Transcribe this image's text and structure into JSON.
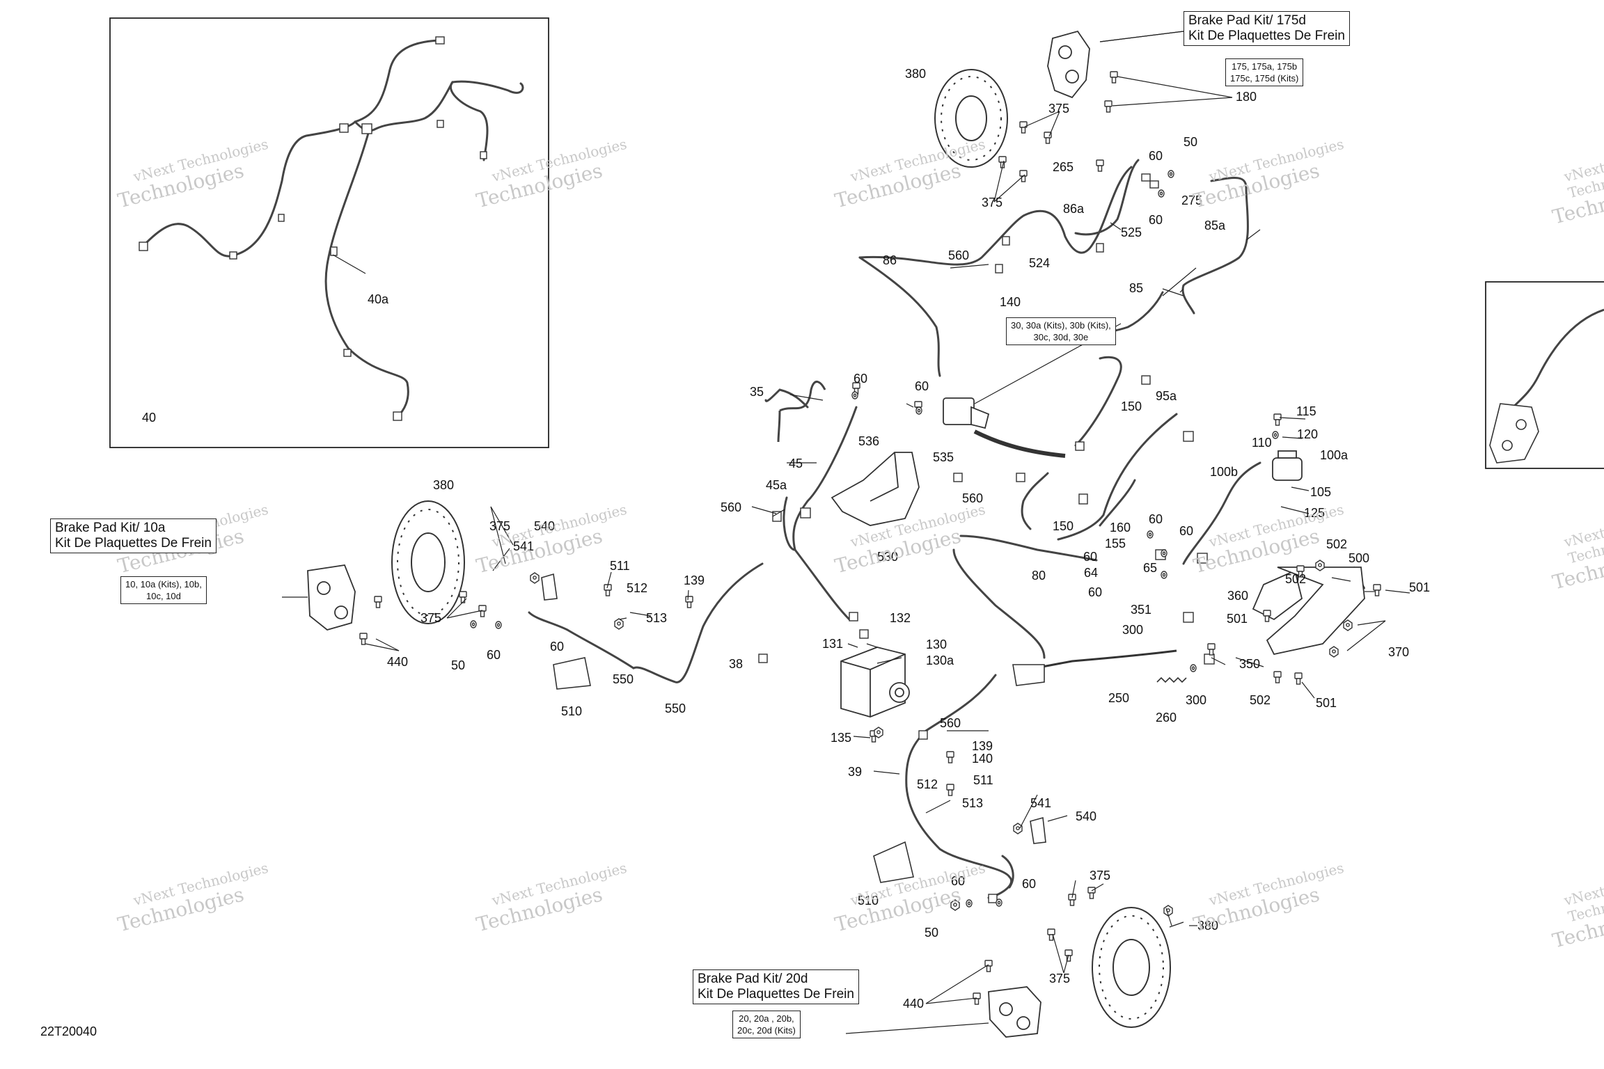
{
  "diagram_id": "22T20040",
  "inset_label": "40",
  "watermark": {
    "line1": "vNext Technologies",
    "line2": "Technologies",
    "color": "#c8c8c8"
  },
  "kits": {
    "rear_right": {
      "title": "Brake Pad Kit/ 175d",
      "subtitle": "Kit De Plaquettes De Frein",
      "parts_line1": "175, 175a, 175b",
      "parts_line2": "175c, 175d (Kits)"
    },
    "front_left": {
      "title": "Brake Pad Kit/ 10a",
      "subtitle": "Kit De Plaquettes De Frein",
      "parts_line1": "10, 10a (Kits), 10b,",
      "parts_line2": "10c, 10d"
    },
    "front_right": {
      "title": "Brake Pad Kit/ 20d",
      "subtitle": "Kit De Plaquettes De Frein",
      "parts_line1": "20, 20a , 20b,",
      "parts_line2": "20c, 20d  (Kits)"
    },
    "master": {
      "parts_line1": "30, 30a (Kits), 30b (Kits),",
      "parts_line2": "30c, 30d, 30e"
    }
  },
  "callouts": [
    "380",
    "375",
    "180",
    "375",
    "265",
    "60",
    "50",
    "275",
    "60",
    "86a",
    "525",
    "524",
    "560",
    "86",
    "140",
    "85a",
    "85",
    "40a",
    "35",
    "60",
    "60",
    "45",
    "536",
    "535",
    "45a",
    "560",
    "530",
    "560",
    "150",
    "95a",
    "150",
    "115",
    "120",
    "110",
    "100a",
    "100b",
    "105",
    "125",
    "160",
    "60",
    "60",
    "155",
    "60",
    "64",
    "65",
    "60",
    "80",
    "351",
    "360",
    "502",
    "500",
    "502",
    "501",
    "501",
    "370",
    "300",
    "350",
    "502",
    "501",
    "250",
    "300",
    "260",
    "380",
    "375",
    "540",
    "541",
    "511",
    "512",
    "513",
    "139",
    "375",
    "50",
    "60",
    "60",
    "550",
    "550",
    "510",
    "38",
    "132",
    "131",
    "130",
    "130a",
    "560",
    "135",
    "139",
    "140",
    "39",
    "512",
    "511",
    "513",
    "541",
    "540",
    "60",
    "60",
    "50",
    "510",
    "375",
    "380",
    "440",
    "375",
    "440"
  ]
}
